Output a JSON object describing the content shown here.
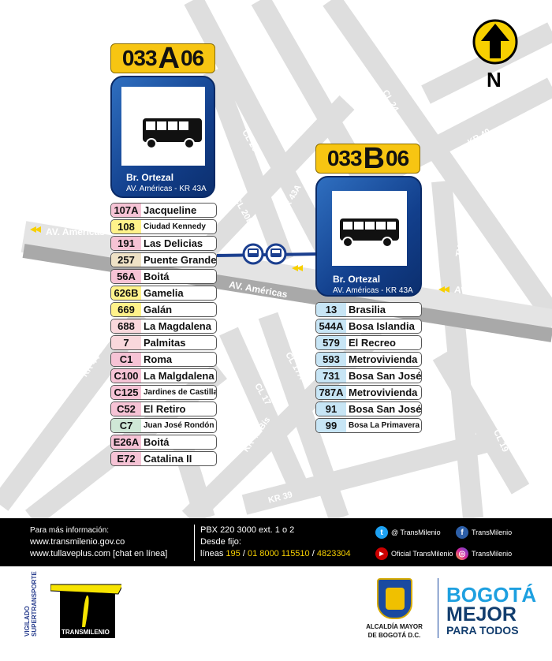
{
  "north_label": "N",
  "streets": [
    {
      "label": "CL 21",
      "rot": 70
    },
    {
      "label": "CL 24",
      "rot": 60
    },
    {
      "label": "KR 40",
      "rot": -30
    },
    {
      "label": "CL 20C",
      "rot": 60
    },
    {
      "label": "CL 20B",
      "rot": 60
    },
    {
      "label": "KR 43A",
      "rot": -60
    },
    {
      "label": "TV 39",
      "rot": -80
    },
    {
      "label": "KR 44",
      "rot": -55
    },
    {
      "label": "CL 17A",
      "rot": 60
    },
    {
      "label": "CL 17",
      "rot": 60
    },
    {
      "label": "KR 42 Bis",
      "rot": -55
    },
    {
      "label": "KR 43",
      "rot": -55
    },
    {
      "label": "CL 19",
      "rot": 65
    },
    {
      "label": "KR 39",
      "rot": -15
    }
  ],
  "avenue_labels": [
    "AV. Américas",
    "AV. Américas",
    "AV. Américas"
  ],
  "stop_a": {
    "code_prefix": "033",
    "code_letter": "A",
    "code_suffix": "06",
    "name": "Br. Ortezal",
    "address": "AV. Américas - KR 43A",
    "routes": [
      {
        "num": "107A",
        "dest": "Jacqueline",
        "color": "#f6c3d5"
      },
      {
        "num": "108",
        "dest": "Ciudad Kennedy",
        "color": "#fff28a",
        "small": true
      },
      {
        "num": "191",
        "dest": "Las Delicias",
        "color": "#f6c3d5"
      },
      {
        "num": "257",
        "dest": "Puente Grande",
        "color": "#efe2c6"
      },
      {
        "num": "56A",
        "dest": "Boitá",
        "color": "#f6c3d5"
      },
      {
        "num": "626B",
        "dest": "Gamelia",
        "color": "#fff28a"
      },
      {
        "num": "669",
        "dest": "Galán",
        "color": "#fff28a"
      },
      {
        "num": "688",
        "dest": "La Magdalena",
        "color": "#f9d8dc"
      },
      {
        "num": "7",
        "dest": "Palmitas",
        "color": "#f9d8dc"
      },
      {
        "num": "C1",
        "dest": "Roma",
        "color": "#f6c3d5"
      },
      {
        "num": "C100",
        "dest": "La Malgdalena",
        "color": "#f6c3d5"
      },
      {
        "num": "C125",
        "dest": "Jardines de Castilla",
        "color": "#f6c3d5",
        "small": true
      },
      {
        "num": "C52",
        "dest": "El Retiro",
        "color": "#f6c3d5"
      },
      {
        "num": "C7",
        "dest": "Juan José Rondón",
        "color": "#cfe8d6",
        "small": true
      },
      {
        "num": "E26A",
        "dest": "Boitá",
        "color": "#f6c3d5"
      },
      {
        "num": "E72",
        "dest": "Catalina II",
        "color": "#f6c3d5"
      }
    ]
  },
  "stop_b": {
    "code_prefix": "033",
    "code_letter": "B",
    "code_suffix": "06",
    "name": "Br. Ortezal",
    "address": "AV. Américas - KR 43A",
    "routes": [
      {
        "num": "13",
        "dest": "Brasilia",
        "color": "#c7e5f5"
      },
      {
        "num": "544A",
        "dest": "Bosa Islandia",
        "color": "#c7e5f5"
      },
      {
        "num": "579",
        "dest": "El Recreo",
        "color": "#c7e5f5"
      },
      {
        "num": "593",
        "dest": "Metrovivienda",
        "color": "#c7e5f5"
      },
      {
        "num": "731",
        "dest": "Bosa San José",
        "color": "#c7e5f5"
      },
      {
        "num": "787A",
        "dest": "Metrovivienda",
        "color": "#c7e5f5"
      },
      {
        "num": "91",
        "dest": "Bosa San José",
        "color": "#c7e5f5"
      },
      {
        "num": "99",
        "dest": "Bosa La Primavera",
        "color": "#c7e5f5",
        "small": true
      }
    ]
  },
  "footer": {
    "info_title": "Para más información:",
    "web1": "www.transmilenio.gov.co",
    "web2": "www.tullaveplus.com [chat en línea]",
    "pbx": "PBX 220 3000 ext. 1 o 2",
    "fijo": "Desde fijo:",
    "lineas_label": "líneas",
    "line1": "195",
    "line2": "01 8000 115510",
    "line3": "4823304",
    "twitter": "@ TransMilenio",
    "facebook": "TransMilenio",
    "youtube": "Oficial TransMilenio",
    "instagram": "TransMilenio"
  },
  "logos": {
    "transmilenio": "TRANSMILENIO",
    "vigilado": "VIGILADO SUPERTRANSPORTE",
    "alcaldia1": "ALCALDÍA MAYOR",
    "alcaldia2": "DE BOGOTÁ D.C.",
    "bogota1": "BOGOTÁ",
    "bogota2": "MEJOR",
    "bogota3": "PARA TODOS"
  },
  "colors": {
    "code_bg": "#f7c512",
    "panel": "#123f8c",
    "footer_bg": "#000000",
    "highlight": "#f7d000"
  }
}
